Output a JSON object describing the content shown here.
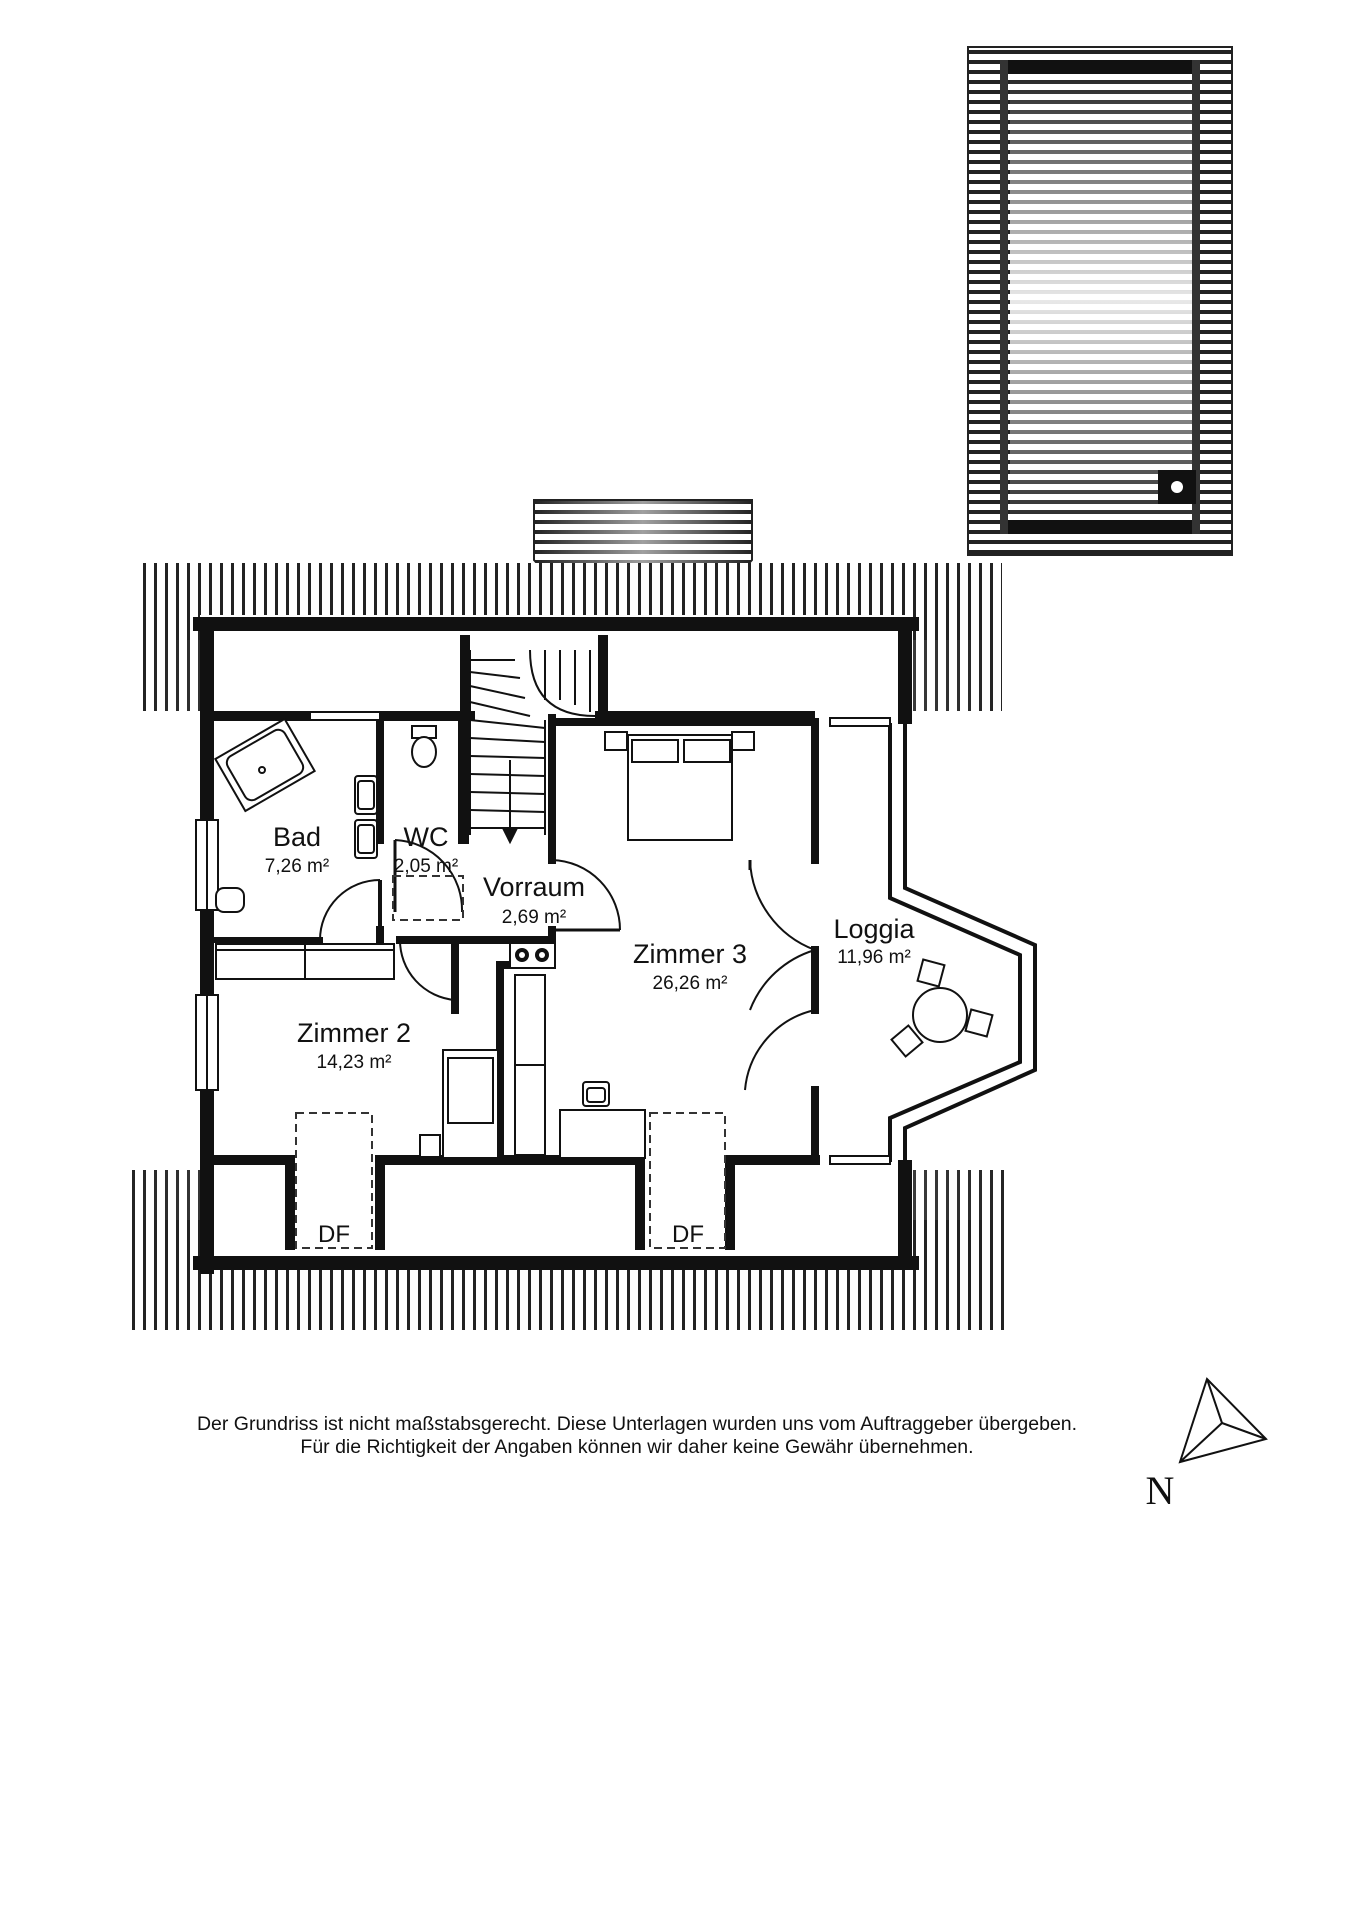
{
  "rooms": {
    "bad": {
      "name": "Bad",
      "area": "7,26 m²"
    },
    "wc": {
      "name": "WC",
      "area": "2,05 m²"
    },
    "vorraum": {
      "name": "Vorraum",
      "area": "2,69 m²"
    },
    "zimmer3": {
      "name": "Zimmer 3",
      "area": "26,26 m²"
    },
    "loggia": {
      "name": "Loggia",
      "area": "11,96 m²"
    },
    "zimmer2": {
      "name": "Zimmer 2",
      "area": "14,23 m²"
    }
  },
  "dormers": {
    "left": "DF",
    "right": "DF"
  },
  "disclaimer": {
    "line1": "Der Grundriss ist nicht maßstabsgerecht. Diese Unterlagen wurden uns vom Auftraggeber übergeben.",
    "line2": "Für die Richtigkeit der Angaben können wir daher keine Gewähr übernehmen."
  },
  "compass": {
    "label": "N"
  },
  "colors": {
    "wall": "#111111",
    "background": "#ffffff"
  }
}
